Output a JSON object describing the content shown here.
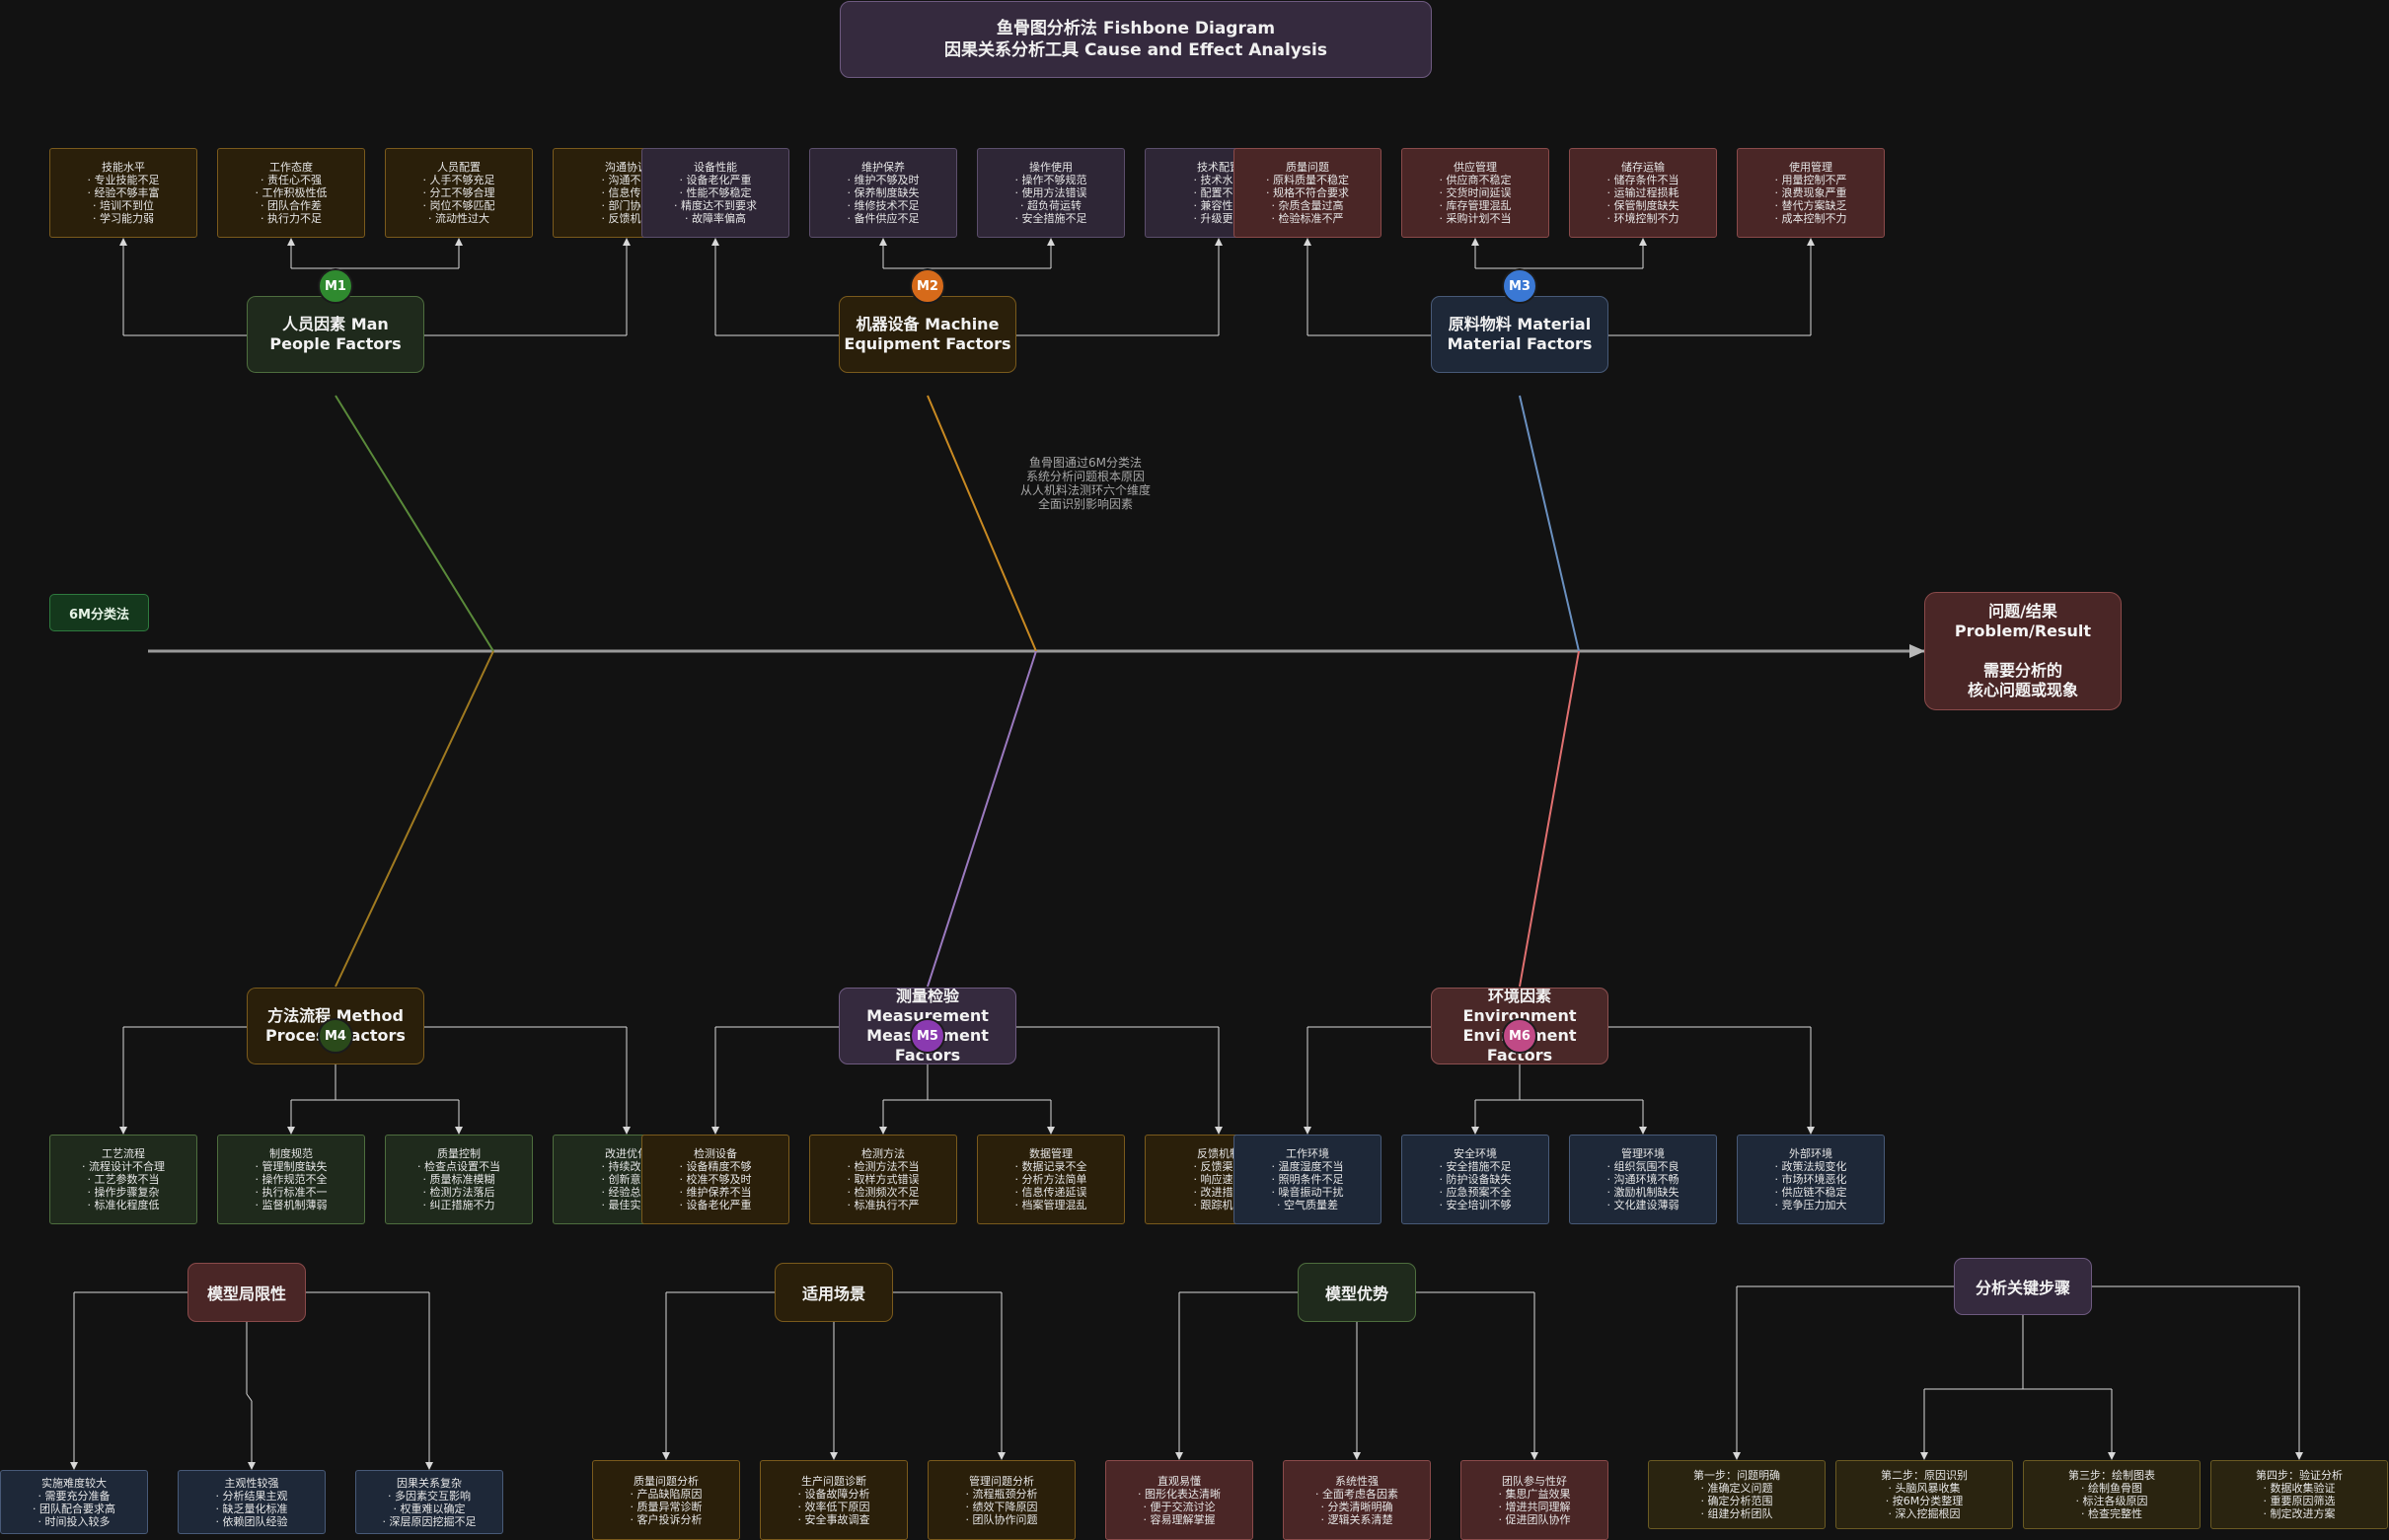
{
  "title": "鱼骨图分析法 Fishbone Diagram\n因果关系分析工具 Cause and Effect Analysis",
  "method_tag": "6M分类法",
  "problem": "问题/结果\nProblem/Result\n\n需要分析的\n核心问题或现象",
  "note": "鱼骨图通过6M分类法\n系统分析问题根本原因\n从人机料法测环六个维度\n全面识别影响因素",
  "categories": [
    {
      "badge": "M1",
      "label": "人员因素 Man\nPeople Factors",
      "color": "#5a8a3a",
      "leaves": [
        {
          "h": "技能水平",
          "b": "· 专业技能不足\n· 经验不够丰富\n· 培训不到位\n· 学习能力弱"
        },
        {
          "h": "工作态度",
          "b": "· 责任心不强\n· 工作积极性低\n· 团队合作差\n· 执行力不足"
        },
        {
          "h": "人员配置",
          "b": "· 人手不够充足\n· 分工不够合理\n· 岗位不够匹配\n· 流动性过大"
        },
        {
          "h": "沟通协调",
          "b": "· 沟通不畅\n· 信息传递\n· 部门协调\n· 反馈机制"
        }
      ]
    },
    {
      "badge": "M2",
      "label": "机器设备 Machine\nEquipment Factors",
      "color": "#c98a22",
      "leaves": [
        {
          "h": "设备性能",
          "b": "· 设备老化严重\n· 性能不够稳定\n· 精度达不到要求\n· 故障率偏高"
        },
        {
          "h": "维护保养",
          "b": "· 维护不够及时\n· 保养制度缺失\n· 维修技术不足\n· 备件供应不足"
        },
        {
          "h": "操作使用",
          "b": "· 操作不够规范\n· 使用方法错误\n· 超负荷运转\n· 安全措施不足"
        },
        {
          "h": "技术配置",
          "b": "· 技术水平\n· 配置不够\n· 兼容性问\n· 升级更新"
        }
      ]
    },
    {
      "badge": "M3",
      "label": "原料物料 Material\nMaterial Factors",
      "color": "#6a90c0",
      "leaves": [
        {
          "h": "质量问题",
          "b": "· 原料质量不稳定\n· 规格不符合要求\n· 杂质含量过高\n· 检验标准不严"
        },
        {
          "h": "供应管理",
          "b": "· 供应商不稳定\n· 交货时间延误\n· 库存管理混乱\n· 采购计划不当"
        },
        {
          "h": "储存运输",
          "b": "· 储存条件不当\n· 运输过程损耗\n· 保管制度缺失\n· 环境控制不力"
        },
        {
          "h": "使用管理",
          "b": "· 用量控制不严\n· 浪费现象严重\n· 替代方案缺乏\n· 成本控制不力"
        }
      ]
    },
    {
      "badge": "M4",
      "label": "方法流程 Method\nProcess Factors",
      "color": "#a07a20",
      "leaves": [
        {
          "h": "工艺流程",
          "b": "· 流程设计不合理\n· 工艺参数不当\n· 操作步骤复杂\n· 标准化程度低"
        },
        {
          "h": "制度规范",
          "b": "· 管理制度缺失\n· 操作规范不全\n· 执行标准不一\n· 监督机制薄弱"
        },
        {
          "h": "质量控制",
          "b": "· 检查点设置不当\n· 质量标准模糊\n· 检测方法落后\n· 纠正措施不力"
        },
        {
          "h": "改进优化",
          "b": "· 持续改进\n· 创新意识\n· 经验总结\n· 最佳实践"
        }
      ]
    },
    {
      "badge": "M5",
      "label": "测量检验 Measurement\nMeasurement Factors",
      "color": "#9b7ac0",
      "leaves": [
        {
          "h": "检测设备",
          "b": "· 设备精度不够\n· 校准不够及时\n· 维护保养不当\n· 设备老化严重"
        },
        {
          "h": "检测方法",
          "b": "· 检测方法不当\n· 取样方式错误\n· 检测频次不足\n· 标准执行不严"
        },
        {
          "h": "数据管理",
          "b": "· 数据记录不全\n· 分析方法简单\n· 信息传递延误\n· 档案管理混乱"
        },
        {
          "h": "反馈机制",
          "b": "· 反馈渠道\n· 响应速度\n· 改进措施\n· 跟踪机制"
        }
      ]
    },
    {
      "badge": "M6",
      "label": "环境因素 Environment\nEnvironment Factors",
      "color": "#e07070",
      "leaves": [
        {
          "h": "工作环境",
          "b": "· 温度湿度不当\n· 照明条件不足\n· 噪音振动干扰\n· 空气质量差"
        },
        {
          "h": "安全环境",
          "b": "· 安全措施不足\n· 防护设备缺失\n· 应急预案不全\n· 安全培训不够"
        },
        {
          "h": "管理环境",
          "b": "· 组织氛围不良\n· 沟通环境不畅\n· 激励机制缺失\n· 文化建设薄弱"
        },
        {
          "h": "外部环境",
          "b": "· 政策法规变化\n· 市场环境恶化\n· 供应链不稳定\n· 竞争压力加大"
        }
      ]
    }
  ],
  "bottom_groups": [
    {
      "label": "模型局限性",
      "items": [
        {
          "h": "实施难度较大",
          "b": "· 需要充分准备\n· 团队配合要求高\n· 时间投入较多"
        },
        {
          "h": "主观性较强",
          "b": "· 分析结果主观\n· 缺乏量化标准\n· 依赖团队经验"
        },
        {
          "h": "因果关系复杂",
          "b": "· 多因素交互影响\n· 权重难以确定\n· 深层原因挖掘不足"
        }
      ]
    },
    {
      "label": "适用场景",
      "items": [
        {
          "h": "质量问题分析",
          "b": "· 产品缺陷原因\n· 质量异常诊断\n· 客户投诉分析"
        },
        {
          "h": "生产问题诊断",
          "b": "· 设备故障分析\n· 效率低下原因\n· 安全事故调查"
        },
        {
          "h": "管理问题分析",
          "b": "· 流程瓶颈分析\n· 绩效下降原因\n· 团队协作问题"
        }
      ]
    },
    {
      "label": "模型优势",
      "items": [
        {
          "h": "直观易懂",
          "b": "· 图形化表达清晰\n· 便于交流讨论\n· 容易理解掌握"
        },
        {
          "h": "系统性强",
          "b": "· 全面考虑各因素\n· 分类清晰明确\n· 逻辑关系清楚"
        },
        {
          "h": "团队参与性好",
          "b": "· 集思广益效果\n· 增进共同理解\n· 促进团队协作"
        }
      ]
    },
    {
      "label": "分析关键步骤",
      "items": [
        {
          "h": "第一步：问题明确",
          "b": "· 准确定义问题\n· 确定分析范围\n· 组建分析团队"
        },
        {
          "h": "第二步：原因识别",
          "b": "· 头脑风暴收集\n· 按6M分类整理\n· 深入挖掘根因"
        },
        {
          "h": "第三步：绘制图表",
          "b": "· 绘制鱼骨图\n· 标注各级原因\n· 检查完整性"
        },
        {
          "h": "第四步：验证分析",
          "b": "· 数据收集验证\n· 重要原因筛选\n· 制定改进方案"
        }
      ]
    }
  ]
}
